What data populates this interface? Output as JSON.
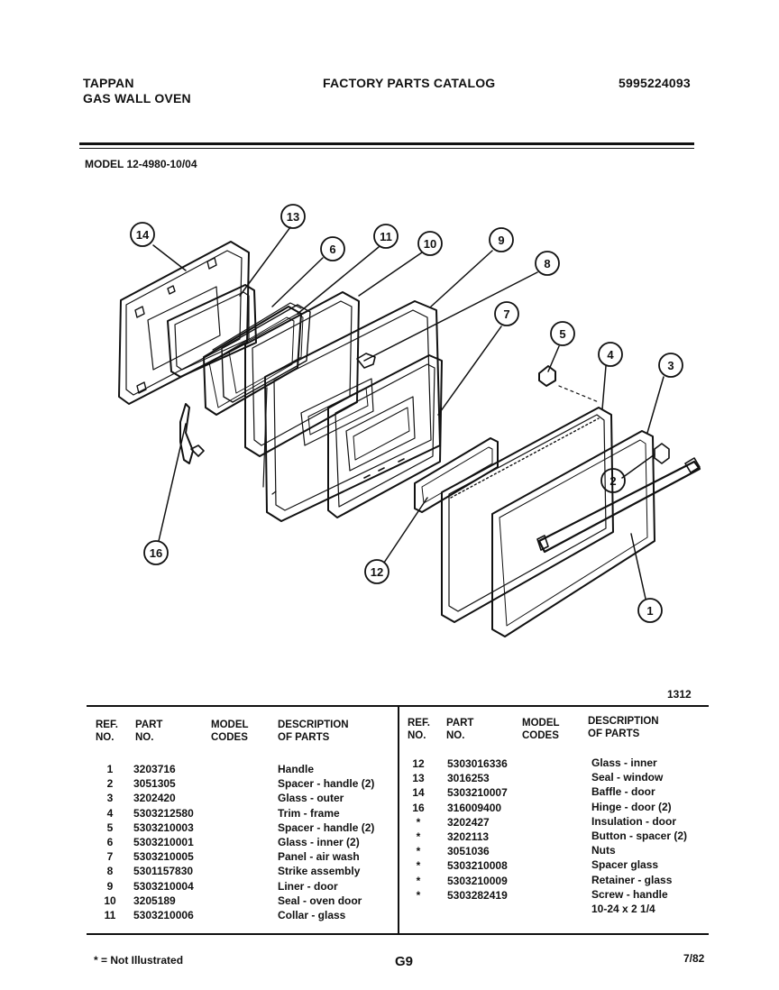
{
  "header": {
    "brand": "TAPPAN",
    "product": "GAS WALL OVEN",
    "catalog": "FACTORY PARTS CATALOG",
    "catalog_number": "5995224093",
    "model": "MODEL 12-4980-10/04"
  },
  "diagram": {
    "figure_number": "1312",
    "callouts": [
      "14",
      "13",
      "6",
      "11",
      "10",
      "9",
      "8",
      "7",
      "5",
      "4",
      "3",
      "2",
      "1",
      "12",
      "16"
    ]
  },
  "table": {
    "headers": {
      "ref": [
        "REF.",
        "NO."
      ],
      "part": [
        "PART",
        "NO."
      ],
      "codes": [
        "MODEL",
        "CODES"
      ],
      "desc": [
        "DESCRIPTION",
        "OF PARTS"
      ]
    },
    "left": [
      {
        "ref": "1",
        "part": "3203716",
        "desc": "Handle"
      },
      {
        "ref": "2",
        "part": "3051305",
        "desc": "Spacer - handle (2)"
      },
      {
        "ref": "3",
        "part": "3202420",
        "desc": "Glass - outer"
      },
      {
        "ref": "4",
        "part": "5303212580",
        "desc": "Trim - frame"
      },
      {
        "ref": "5",
        "part": "5303210003",
        "desc": "Spacer - handle (2)"
      },
      {
        "ref": "6",
        "part": "5303210001",
        "desc": "Glass - inner (2)"
      },
      {
        "ref": "7",
        "part": "5303210005",
        "desc": "Panel - air wash"
      },
      {
        "ref": "8",
        "part": "5301157830",
        "desc": "Strike assembly"
      },
      {
        "ref": "9",
        "part": "5303210004",
        "desc": "Liner - door"
      },
      {
        "ref": "10",
        "part": "3205189",
        "desc": "Seal - oven door"
      },
      {
        "ref": "11",
        "part": "5303210006",
        "desc": "Collar - glass"
      }
    ],
    "right": [
      {
        "ref": "12",
        "part": "5303016336",
        "desc": "Glass - inner"
      },
      {
        "ref": "13",
        "part": "3016253",
        "desc": "Seal - window"
      },
      {
        "ref": "14",
        "part": "5303210007",
        "desc": "Baffle - door"
      },
      {
        "ref": "16",
        "part": "316009400",
        "desc": "Hinge - door (2)"
      },
      {
        "ref": "*",
        "part": "3202427",
        "desc": "Insulation - door"
      },
      {
        "ref": "*",
        "part": "3202113",
        "desc": "Button - spacer (2)"
      },
      {
        "ref": "*",
        "part": "3051036",
        "desc": "Nuts"
      },
      {
        "ref": "*",
        "part": "5303210008",
        "desc": "Spacer glass"
      },
      {
        "ref": "*",
        "part": "5303210009",
        "desc": "Retainer - glass"
      },
      {
        "ref": "*",
        "part": "5303282419",
        "desc": "Screw - handle"
      },
      {
        "ref": "",
        "part": "",
        "desc": "10-24 x 2 1/4"
      }
    ]
  },
  "footer": {
    "note": "* = Not Illustrated",
    "page": "G9",
    "date": "7/82"
  }
}
